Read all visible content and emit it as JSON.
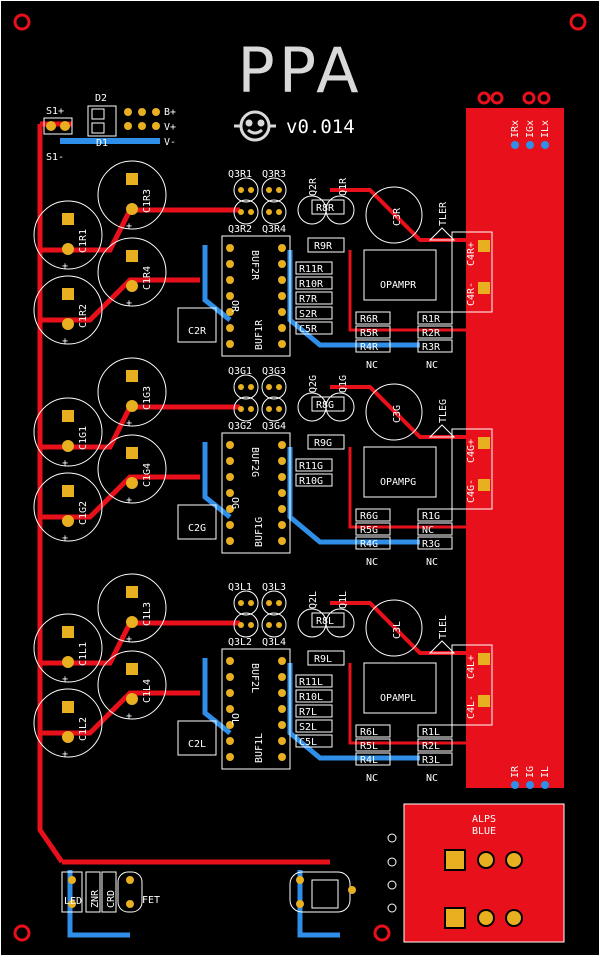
{
  "board": {
    "title": "PPA",
    "version": "v0.014",
    "colors": {
      "top_copper": "#e8101a",
      "bottom_copper": "#2f8ee8",
      "silkscreen": "#ffffff",
      "background": "#000000"
    }
  },
  "header": {
    "s1p": "S1+",
    "s1n": "S1-",
    "d2": "D2",
    "d1": "D1",
    "bp": "B+",
    "vp": "V+",
    "vn": "V-"
  },
  "rail_labels": {
    "irx": "IRx",
    "igx": "IGx",
    "ilx": "ILx",
    "ir": "IR",
    "ig": "IG",
    "il": "IL"
  },
  "channels": [
    {
      "id": "R",
      "c1": [
        "C1R3",
        "C1R1",
        "C1R4",
        "C1R2"
      ],
      "q3": [
        "Q3R1",
        "Q3R3",
        "Q3R2",
        "Q3R4"
      ],
      "q2": "Q2R",
      "q1": "Q1R",
      "r8": "R8R",
      "r9": "R9R",
      "c3": "C3R",
      "tle": "TLER",
      "c4p": "C4R+",
      "c4n": "C4R-",
      "or": "OR",
      "buf2": "BUF2R",
      "buf1": "BUF1R",
      "c2": "C2R",
      "opamp": "OPAMPR",
      "mid": [
        "R11R",
        "R10R",
        "R7R",
        "S2R",
        "C5R"
      ],
      "left": [
        "R6R",
        "R5R",
        "R4R"
      ],
      "right": [
        "R1R",
        "R2R",
        "R3R"
      ],
      "nc": [
        "NC",
        "NC"
      ]
    },
    {
      "id": "G",
      "c1": [
        "C1G3",
        "C1G1",
        "C1G4",
        "C1G2"
      ],
      "q3": [
        "Q3G1",
        "Q3G3",
        "Q3G2",
        "Q3G4"
      ],
      "q2": "Q2G",
      "q1": "Q1G",
      "r8": "R8G",
      "r9": "R9G",
      "c3": "C3G",
      "tle": "TLEG",
      "c4p": "C4G+",
      "c4n": "C4G-",
      "or": "OG",
      "buf2": "BUF2G",
      "buf1": "BUF1G",
      "c2": "C2G",
      "opamp": "OPAMPG",
      "mid": [
        "R11G",
        "R10G"
      ],
      "left": [
        "R6G",
        "R5G",
        "R4G"
      ],
      "right": [
        "R1G",
        "NC",
        "R3G"
      ],
      "nc": [
        "NC",
        "NC"
      ]
    },
    {
      "id": "L",
      "c1": [
        "C1L3",
        "C1L1",
        "C1L4",
        "C1L2"
      ],
      "q3": [
        "Q3L1",
        "Q3L3",
        "Q3L2",
        "Q3L4"
      ],
      "q2": "Q2L",
      "q1": "Q1L",
      "r8": "R8L",
      "r9": "R9L",
      "c3": "C3L",
      "tle": "TLEL",
      "c4p": "C4L+",
      "c4n": "C4L-",
      "or": "OL",
      "buf2": "BUF2L",
      "buf1": "BUF1L",
      "c2": "C2L",
      "opamp": "OPAMPL",
      "mid": [
        "R11L",
        "R10L",
        "R7L",
        "S2L",
        "C5L"
      ],
      "left": [
        "R6L",
        "R5L",
        "R4L"
      ],
      "right": [
        "R1L",
        "R2L",
        "R3L"
      ],
      "nc": [
        "NC",
        "NC"
      ]
    }
  ],
  "pot": {
    "line1": "ALPS",
    "line2": "BLUE"
  },
  "bottom": {
    "led": "LED",
    "znr": "ZNR",
    "crd": "CRD",
    "fet": "FET"
  }
}
